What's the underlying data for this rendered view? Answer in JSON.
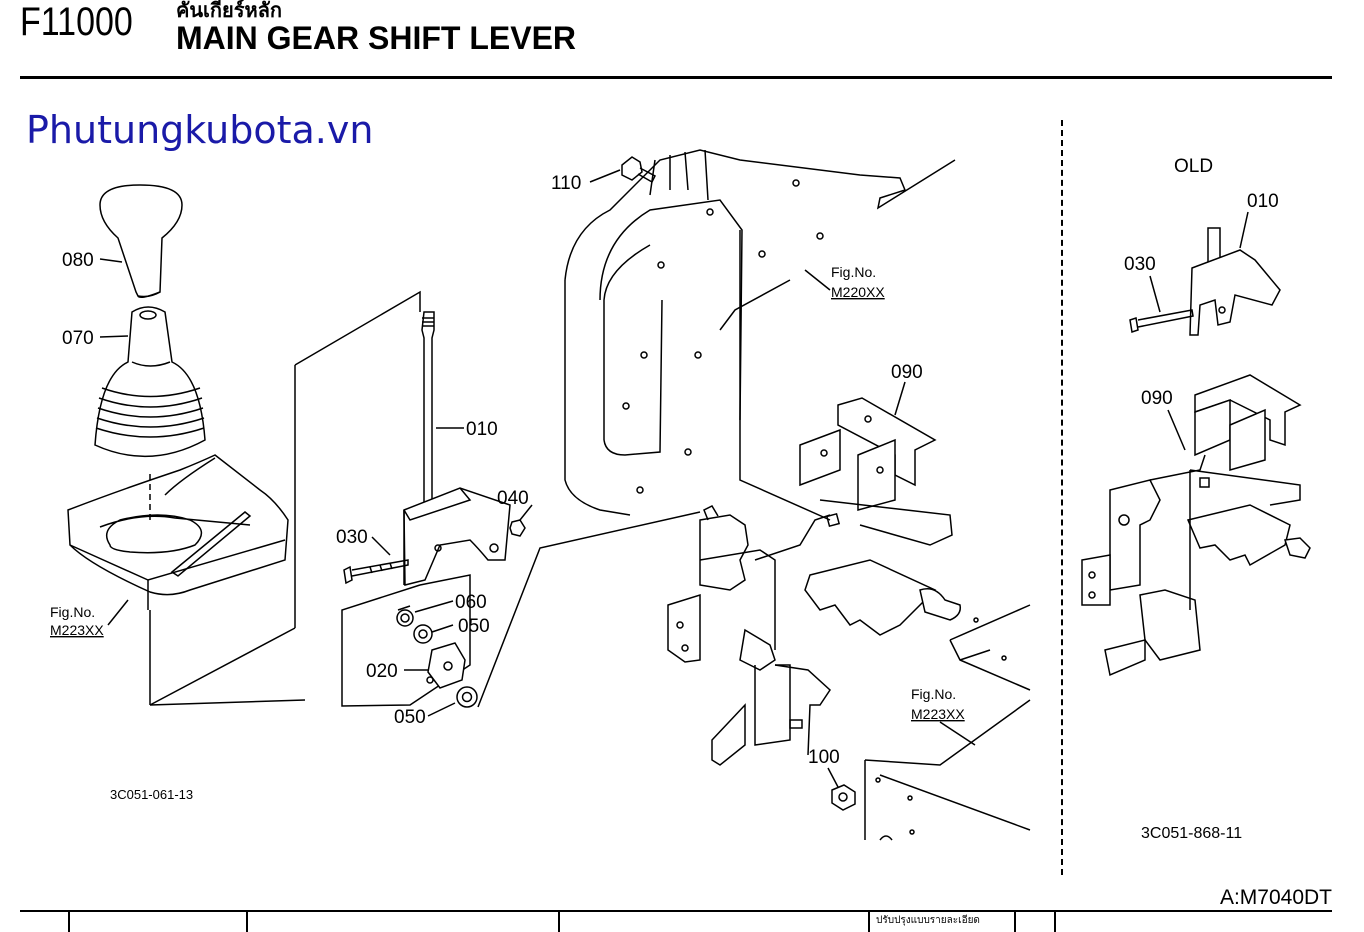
{
  "header": {
    "code": "F11000",
    "thai_title": "คันเกียร์หลัก",
    "title": "MAIN GEAR SHIFT LEVER"
  },
  "watermark": "Phutungkubota.vn",
  "old_label": "OLD",
  "model": "A:M7040DT",
  "footer_text": "ปรับปรุงแบบรายละเอียด",
  "diagram_codes": {
    "left": "3C051-061-13",
    "right": "3C051-868-11"
  },
  "fig_refs": {
    "m223_left": {
      "label": "Fig.No.",
      "ref": "M223XX"
    },
    "m220": {
      "label": "Fig.No.",
      "ref": "M220XX"
    },
    "m223_right": {
      "label": "Fig.No.",
      "ref": "M223XX"
    }
  },
  "parts": {
    "p080": "080",
    "p070": "070",
    "p010": "010",
    "p040": "040",
    "p030": "030",
    "p060": "060",
    "p050a": "050",
    "p020": "020",
    "p050b": "050",
    "p110": "110",
    "p090": "090",
    "p100": "100",
    "old010": "010",
    "old030": "030",
    "old090": "090"
  },
  "colors": {
    "line": "#000000",
    "watermark": "#1a1aa8"
  }
}
